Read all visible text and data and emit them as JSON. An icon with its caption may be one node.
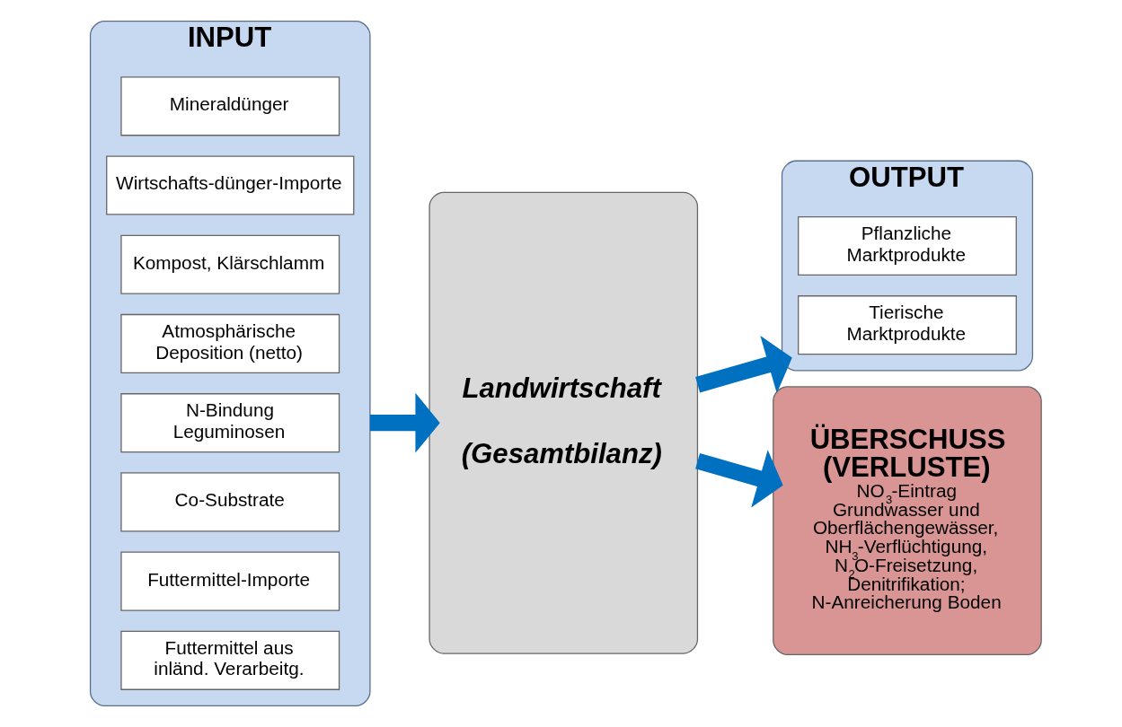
{
  "diagram": {
    "nodes": [
      {
        "text": [
          "INPUT"
        ]
      },
      {
        "text": [
          "Mineraldünger"
        ],
        "in": 0
      },
      {
        "text": [
          "Wirtschafts-dünger-Importe"
        ],
        "in": 0
      },
      {
        "text": [
          "Kompost, Klärschlamm"
        ],
        "in": 0
      },
      {
        "text": [
          "Atmosphärische Deposition (netto)"
        ],
        "in": 0
      },
      {
        "text": [
          "N-Bindung Leguminosen"
        ],
        "in": 0
      },
      {
        "text": [
          "Co-Substrate"
        ],
        "in": 0
      },
      {
        "text": [
          "Futtermittel-Importe"
        ],
        "in": 0
      },
      {
        "text": [
          "Futtermittel aus inländ. Verarbeitg."
        ],
        "in": 0
      },
      {
        "text": [
          "Landwirtschaft",
          "(Gesamtbilanz)"
        ]
      },
      {
        "text": [
          "OUTPUT"
        ]
      },
      {
        "text": [
          "Pflanzliche Marktprodukte"
        ],
        "in": 10
      },
      {
        "text": [
          "Tierische Marktprodukte"
        ],
        "in": 10
      },
      {
        "text": [
          "ÜBERSCHUSS (VERLUSTE)",
          "NO$_{3}$-Eintrag Grundwasser und Oberflächengewässer, NH$_{3}$-Verflüchtigung, N$_{2}$O-Freisetzung, Denitrifikation; N-Anreicherung Boden"
        ]
      }
    ],
    "edges": [
      {
        "from": 0,
        "to": 9,
        "arrow": "to"
      },
      {
        "from": 9,
        "to": 10,
        "arrow": "to"
      },
      {
        "from": 9,
        "to": 13,
        "arrow": "to"
      }
    ]
  }
}
